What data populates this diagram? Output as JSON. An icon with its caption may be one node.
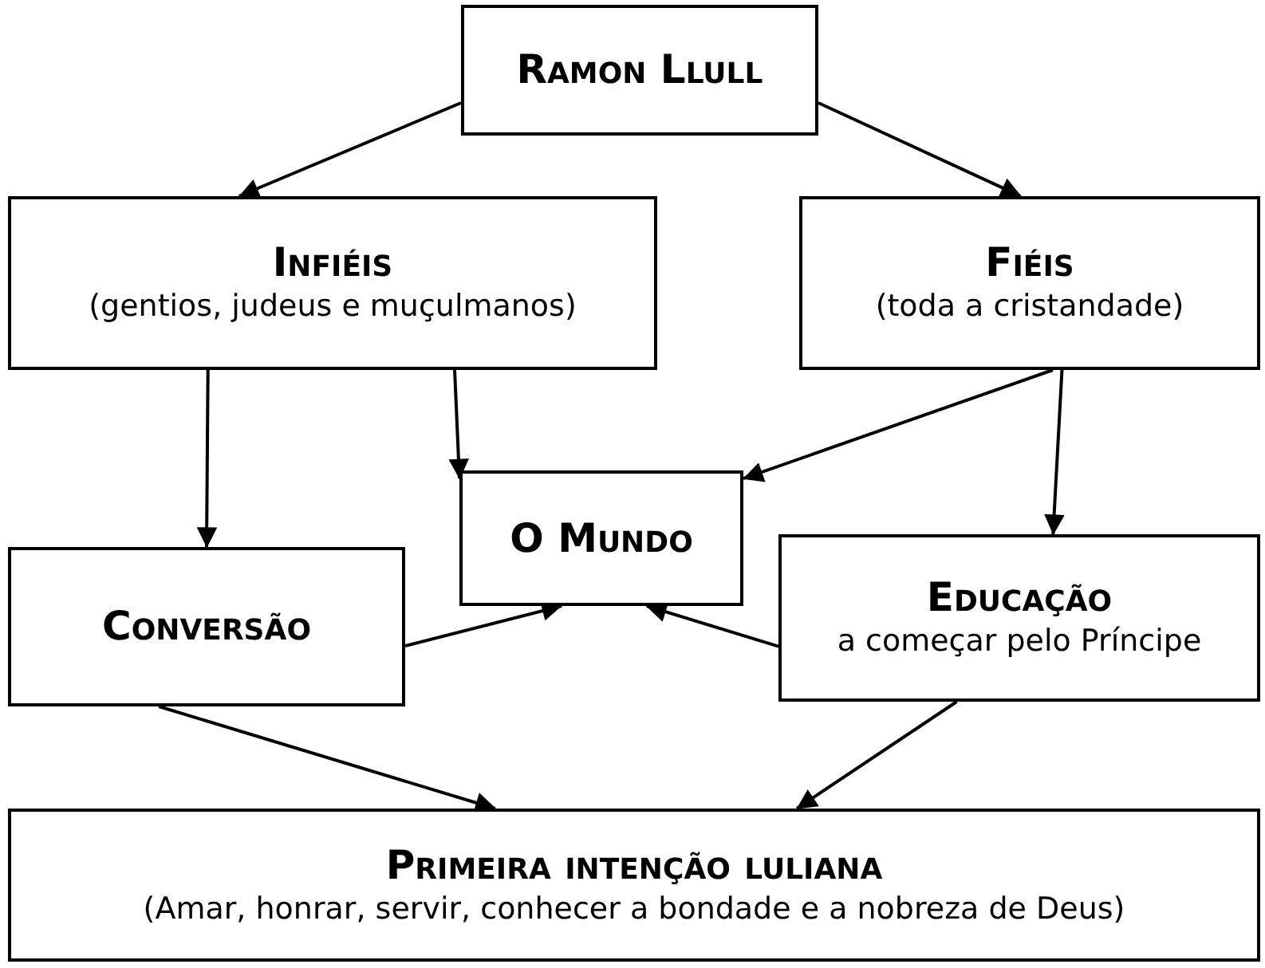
{
  "diagram": {
    "nodes": [
      {
        "text": [
          "Ramon Llull"
        ]
      },
      {
        "text": [
          "Infiéis",
          "(gentios, judeus e muçulmanos)"
        ]
      },
      {
        "text": [
          "Fiéis",
          "(toda a cristandade)"
        ]
      },
      {
        "text": [
          "O Mundo"
        ]
      },
      {
        "text": [
          "Conversão"
        ]
      },
      {
        "text": [
          "Educação",
          "a começar pelo Príncipe"
        ]
      },
      {
        "text": [
          "Primeira intenção luliana",
          "(Amar, honrar, servir, conhecer a bondade e a nobreza de Deus)"
        ]
      }
    ],
    "edges": [
      {
        "from": 0,
        "to": 1,
        "arrow": "to"
      },
      {
        "from": 0,
        "to": 2,
        "arrow": "to"
      },
      {
        "from": 1,
        "to": 4,
        "arrow": "to"
      },
      {
        "from": 1,
        "to": 3,
        "arrow": "to"
      },
      {
        "from": 2,
        "to": 3,
        "arrow": "to"
      },
      {
        "from": 2,
        "to": 5,
        "arrow": "to"
      },
      {
        "from": 4,
        "to": 3,
        "arrow": "to"
      },
      {
        "from": 5,
        "to": 3,
        "arrow": "to"
      },
      {
        "from": 4,
        "to": 6,
        "arrow": "to"
      },
      {
        "from": 5,
        "to": 6,
        "arrow": "to"
      }
    ]
  }
}
